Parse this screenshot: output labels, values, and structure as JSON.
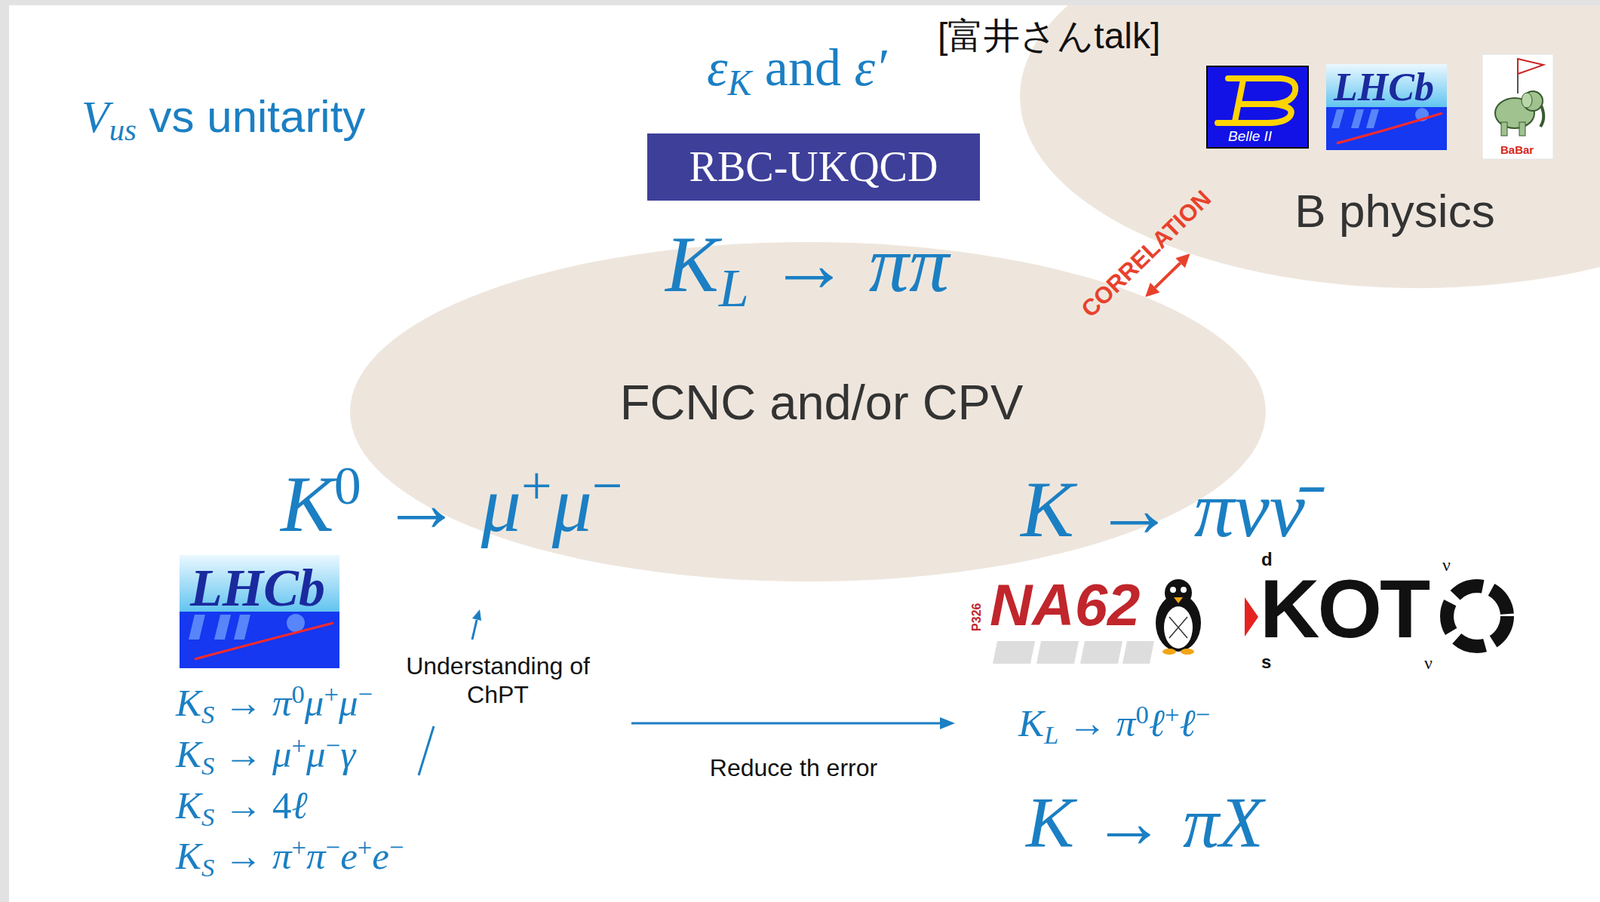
{
  "diagram": {
    "nodes": [
      {
        "text": [
          "RBC-UKQCD"
        ]
      },
      {
        "text": [
          "B physics"
        ]
      },
      {
        "text": [
          "FCNC and/or CPV"
        ]
      }
    ],
    "edges": [
      {
        "from": 2,
        "to": 1,
        "arrow": "both",
        "label": "CORRELATION"
      }
    ],
    "labels": [
      "[富井さんtalk]",
      "εK and ε′",
      "Vus vs unitarity",
      "Belle II",
      "LHCb",
      "BaBar",
      "KL → ππ",
      "K0 → μ+μ−",
      "K → πνν̄",
      "LHCb",
      "P326",
      "NA62",
      "d",
      "KOT",
      "ν",
      "s",
      "ν",
      "Understanding of ChPT",
      "KS → π0μ+μ−",
      "KS → μ+μ−γ",
      "KS → 4ℓ",
      "KS → π+π−e+e−",
      "Reduce th error",
      "KL → π0ℓ+ℓ−",
      "K → πX"
    ]
  }
}
